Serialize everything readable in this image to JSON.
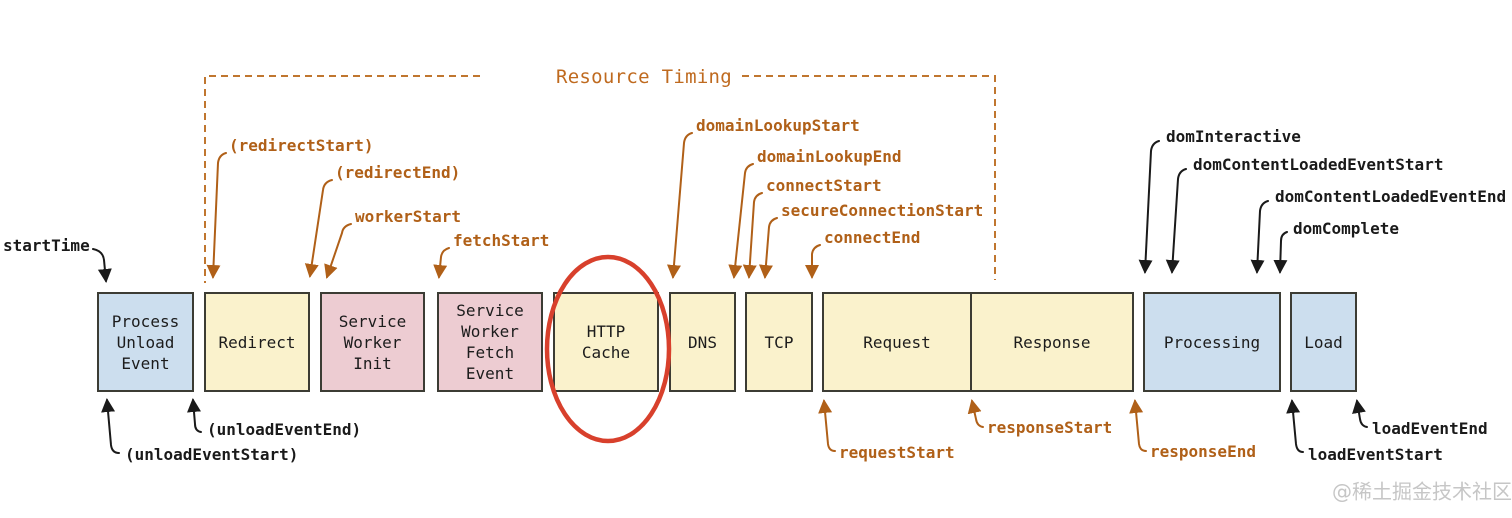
{
  "title": "Resource Timing",
  "watermark": "@稀土掘金技术社区",
  "colors": {
    "orange": "#b06018",
    "ink": "#1a1a1a",
    "blue_fill": "#ccdeee",
    "yellow_fill": "#faf2cc",
    "pink_fill": "#edccd2",
    "box_border": "#3c3c34",
    "highlight_red": "#d8402c",
    "dash": "#c0762f",
    "watermark_gray": "#c6c6c6"
  },
  "boxes": [
    {
      "label": "Process Unload Event",
      "color": "blue"
    },
    {
      "label": "Redirect",
      "color": "yellow"
    },
    {
      "label": "Service Worker Init",
      "color": "pink"
    },
    {
      "label": "Service Worker Fetch Event",
      "color": "pink"
    },
    {
      "label": "HTTP Cache",
      "color": "yellow"
    },
    {
      "label": "DNS",
      "color": "yellow"
    },
    {
      "label": "TCP",
      "color": "yellow"
    },
    {
      "label": "Request",
      "color": "yellow"
    },
    {
      "label": "Response",
      "color": "yellow"
    },
    {
      "label": "Processing",
      "color": "blue"
    },
    {
      "label": "Load",
      "color": "blue"
    }
  ],
  "annotations": {
    "startTime": "startTime",
    "redirectStart": "(redirectStart)",
    "redirectEnd": "(redirectEnd)",
    "workerStart": "workerStart",
    "fetchStart": "fetchStart",
    "domainLookupStart": "domainLookupStart",
    "domainLookupEnd": "domainLookupEnd",
    "connectStart": "connectStart",
    "secureConnectionStart": "secureConnectionStart",
    "connectEnd": "connectEnd",
    "domInteractive": "domInteractive",
    "domContentLoadedEventStart": "domContentLoadedEventStart",
    "domContentLoadedEventEnd": "domContentLoadedEventEnd",
    "domComplete": "domComplete",
    "unloadEventEnd": "(unloadEventEnd)",
    "unloadEventStart": "(unloadEventStart)",
    "requestStart": "requestStart",
    "responseStart": "responseStart",
    "responseEnd": "responseEnd",
    "loadEventEnd": "loadEventEnd",
    "loadEventStart": "loadEventStart"
  }
}
